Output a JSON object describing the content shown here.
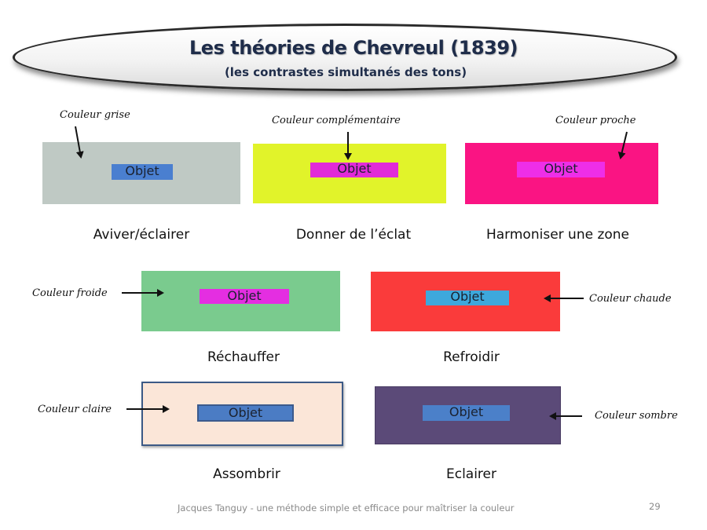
{
  "slide": {
    "title": "Les théories de Chevreul (1839)",
    "subtitle": "(les contrastes simultanés  des tons)",
    "object_label": "Objet",
    "footer": "Jacques Tanguy  -  une méthode simple et efficace pour maîtriser la couleur",
    "page_number": "29"
  },
  "panels": [
    {
      "caption": "Aviver/éclairer",
      "annotation": "Couleur grise",
      "background_color": "#bfc9c4",
      "object_color": "#4a7fd0"
    },
    {
      "caption": "Donner de l’éclat",
      "annotation": "Couleur complémentaire",
      "background_color": "#e1f32a",
      "object_color": "#e12bd8"
    },
    {
      "caption": "Harmoniser une zone",
      "annotation": "Couleur proche",
      "background_color": "#fa1483",
      "object_color": "#ee2ee8"
    },
    {
      "caption": "Réchauffer",
      "annotation": "Couleur froide",
      "background_color": "#7acb8e",
      "object_color": "#e42ee1"
    },
    {
      "caption": "Refroidir",
      "annotation": "Couleur chaude",
      "background_color": "#fa3b3b",
      "object_color": "#3ea8dc"
    },
    {
      "caption": "Assombrir",
      "annotation": "Couleur claire",
      "background_color": "#fbe6d8",
      "object_color": "#4b7cc4"
    },
    {
      "caption": "Eclairer",
      "annotation": "Couleur sombre",
      "background_color": "#5b4a78",
      "object_color": "#4b80c9"
    }
  ],
  "colors": {
    "title_text": "#1f2d4a",
    "footer_text": "#8a8a8a"
  }
}
